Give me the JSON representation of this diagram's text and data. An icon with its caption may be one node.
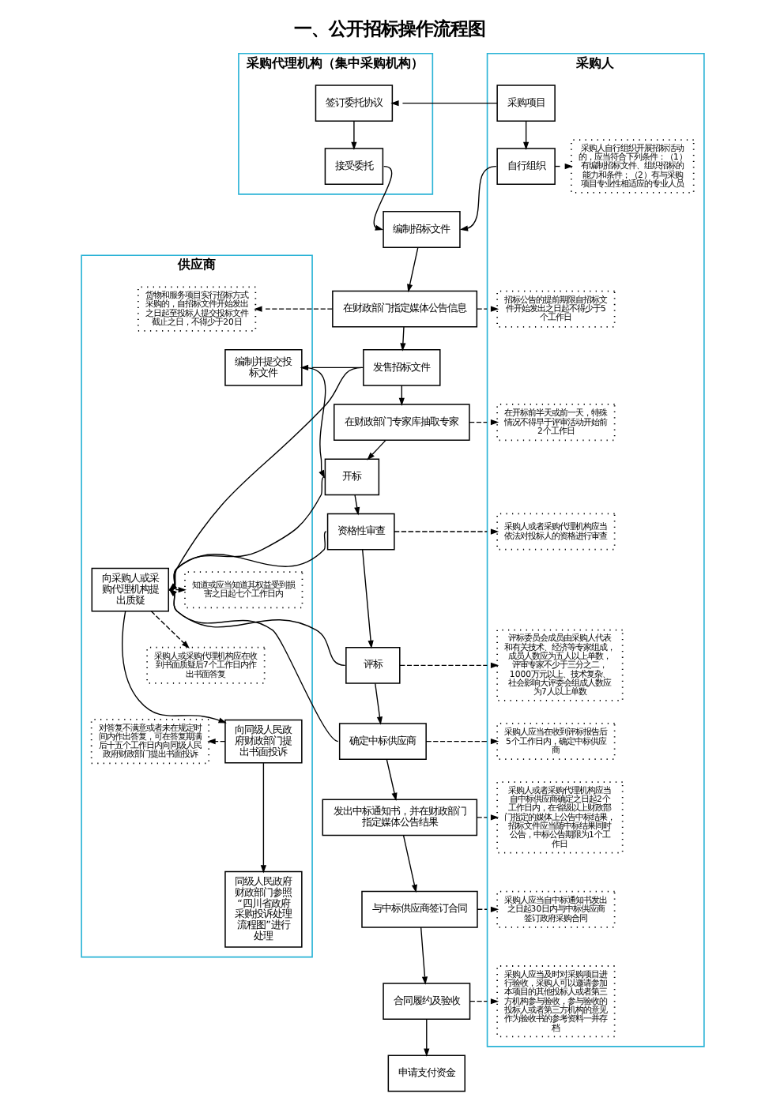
{
  "diagram": {
    "title": "一、公开招标操作流程图",
    "nodes": [
      {
        "text": [
          "供应商"
        ]
      },
      {
        "text": [
          "采购代理机构（集中采购机构）"
        ]
      },
      {
        "text": [
          "采购人"
        ]
      },
      {
        "text": [
          "签订委托协议"
        ],
        "in": 1
      },
      {
        "text": [
          "采购项目"
        ],
        "in": 2
      },
      {
        "text": [
          "接受委托"
        ],
        "in": 1
      },
      {
        "text": [
          "自行组织"
        ],
        "in": 2
      },
      {
        "text": [
          "采购人自行组织开展招标活动的，应当符合下列条件：（1）有编制招标文件、组织招标的能力和条件；（2）有与采购项目专业性相适应的专业人员"
        ],
        "in": 2
      },
      {
        "text": [
          "编制招标文件"
        ]
      },
      {
        "text": [
          "货物和服务项目实行招标方式采购的，自招标文件开始发出之日起至投标人提交投标文件截止之日，不得少于20日"
        ],
        "in": 0
      },
      {
        "text": [
          "在财政部门指定媒体公告信息"
        ]
      },
      {
        "text": [
          "招标公告的提前期限自招标文件开始发出之日起不得少于5个工作日"
        ],
        "in": 2
      },
      {
        "text": [
          "编制并提交投标文件"
        ],
        "in": 0
      },
      {
        "text": [
          "发售招标文件"
        ]
      },
      {
        "text": [
          "在财政部门专家库抽取专家"
        ]
      },
      {
        "text": [
          "在开标前半天或前一天，特殊情况不得早于评审活动开始前2个工作日"
        ],
        "in": 2
      },
      {
        "text": [
          "开标"
        ]
      },
      {
        "text": [
          "知道或应当知道其权益受到损害之日起七个工作日内"
        ],
        "in": 0
      },
      {
        "text": [
          "向采购人或采购代理机构提出质疑"
        ],
        "in": 0
      },
      {
        "text": [
          "资格性审查"
        ]
      },
      {
        "text": [
          "采购人或者采购代理机构应当依法对投标人的资格进行审查"
        ],
        "in": 2
      },
      {
        "text": [
          "采购人或采购代理机构应在收到书面质疑后7个工作日内作出书面答复"
        ],
        "in": 0
      },
      {
        "text": [
          "评标"
        ]
      },
      {
        "text": [
          "评标委员会成员由采购人代表和有关技术、经济等专家组成，成员人数应为五人以上单数，评审专家不少于三分之二，1000万元以上、技术复杂、社会影响大评委会组成人数应为7人以上单数"
        ],
        "in": 2
      },
      {
        "text": [
          "对答复不满意或者未在规定时间内作出答复，可在答复期满后十五个工作日内向同级人民政府财政部门提出书面投诉"
        ],
        "in": 0
      },
      {
        "text": [
          "向同级人民政府财政部门提出书面投诉"
        ],
        "in": 0
      },
      {
        "text": [
          "确定中标供应商"
        ]
      },
      {
        "text": [
          "采购人应当在收到评标报告后5个工作日内，确定中标供应商"
        ],
        "in": 2
      },
      {
        "text": [
          "发出中标通知书，并在财政部门指定媒体公告结果"
        ]
      },
      {
        "text": [
          "采购人或者采购代理机构应当自中标供应商确定之日起2个工作日内，在省级以上财政部门指定的媒体上公告中标结果，招标文件应当随中标结果同时公告，中标公告期限为1个工作日"
        ],
        "in": 2
      },
      {
        "text": [
          "同级人民政府财政部门参照“四川省政府采购投诉处理流程图”进行处理"
        ],
        "in": 0
      },
      {
        "text": [
          "与中标供应商签订合同"
        ]
      },
      {
        "text": [
          "采购人应当自中标通知书发出之日起30日内与中标供应商签订政府采购合同"
        ],
        "in": 2
      },
      {
        "text": [
          "合同履约及验收"
        ]
      },
      {
        "text": [
          "采购人应当及时对采购项目进行验收，采购人可以邀请参加本项目的其他投标人或者第三方机构参与验收，参与验收的投标人或者第三方机构的意见作为验收书的参考资料一并存档"
        ],
        "in": 2
      },
      {
        "text": [
          "申请支付资金"
        ]
      }
    ],
    "edges": [
      {
        "from": 4,
        "to": 3,
        "arrow": "to"
      },
      {
        "from": 3,
        "to": 5,
        "arrow": "to"
      },
      {
        "from": 4,
        "to": 6,
        "arrow": "to"
      },
      {
        "from": 6,
        "to": 7,
        "arrow": "to",
        "style": "dashed"
      },
      {
        "from": 5,
        "to": 8,
        "arrow": "to"
      },
      {
        "from": 6,
        "to": 8,
        "arrow": "to"
      },
      {
        "from": 8,
        "to": 10,
        "arrow": "to"
      },
      {
        "from": 10,
        "to": 9,
        "arrow": "to",
        "style": "dashed"
      },
      {
        "from": 10,
        "to": 11,
        "arrow": "to",
        "style": "dashed"
      },
      {
        "from": 10,
        "to": 13,
        "arrow": "to"
      },
      {
        "from": 13,
        "to": 12,
        "arrow": "to"
      },
      {
        "from": 13,
        "to": 14,
        "arrow": "to"
      },
      {
        "from": 14,
        "to": 15,
        "arrow": "to",
        "style": "dashed"
      },
      {
        "from": 14,
        "to": 16,
        "arrow": "to"
      },
      {
        "from": 12,
        "to": 16,
        "arrow": "to"
      },
      {
        "from": 13,
        "to": 18,
        "arrow": "to"
      },
      {
        "from": 16,
        "to": 18,
        "arrow": "to"
      },
      {
        "from": 19,
        "to": 18,
        "arrow": "to"
      },
      {
        "from": 22,
        "to": 18,
        "arrow": "to"
      },
      {
        "from": 26,
        "to": 18,
        "arrow": "to"
      },
      {
        "from": 18,
        "to": 17,
        "arrow": "to",
        "style": "dashed"
      },
      {
        "from": 16,
        "to": 19,
        "arrow": "to"
      },
      {
        "from": 19,
        "to": 20,
        "arrow": "to",
        "style": "dashed"
      },
      {
        "from": 18,
        "to": 25,
        "arrow": "to"
      },
      {
        "from": 18,
        "to": 21,
        "arrow": "to",
        "style": "dashed"
      },
      {
        "from": 19,
        "to": 22,
        "arrow": "to"
      },
      {
        "from": 22,
        "to": 23,
        "arrow": "to",
        "style": "dashed"
      },
      {
        "from": 25,
        "to": 24,
        "arrow": "to",
        "style": "dashed"
      },
      {
        "from": 22,
        "to": 26,
        "arrow": "to"
      },
      {
        "from": 26,
        "to": 27,
        "arrow": "to",
        "style": "dashed"
      },
      {
        "from": 25,
        "to": 30,
        "arrow": "to"
      },
      {
        "from": 26,
        "to": 28,
        "arrow": "to"
      },
      {
        "from": 28,
        "to": 29,
        "arrow": "to",
        "style": "dashed"
      },
      {
        "from": 28,
        "to": 31,
        "arrow": "to"
      },
      {
        "from": 31,
        "to": 32,
        "arrow": "to",
        "style": "dashed"
      },
      {
        "from": 31,
        "to": 33,
        "arrow": "to"
      },
      {
        "from": 33,
        "to": 34,
        "arrow": "to",
        "style": "dashed"
      },
      {
        "from": 33,
        "to": 35,
        "arrow": "to"
      }
    ]
  }
}
